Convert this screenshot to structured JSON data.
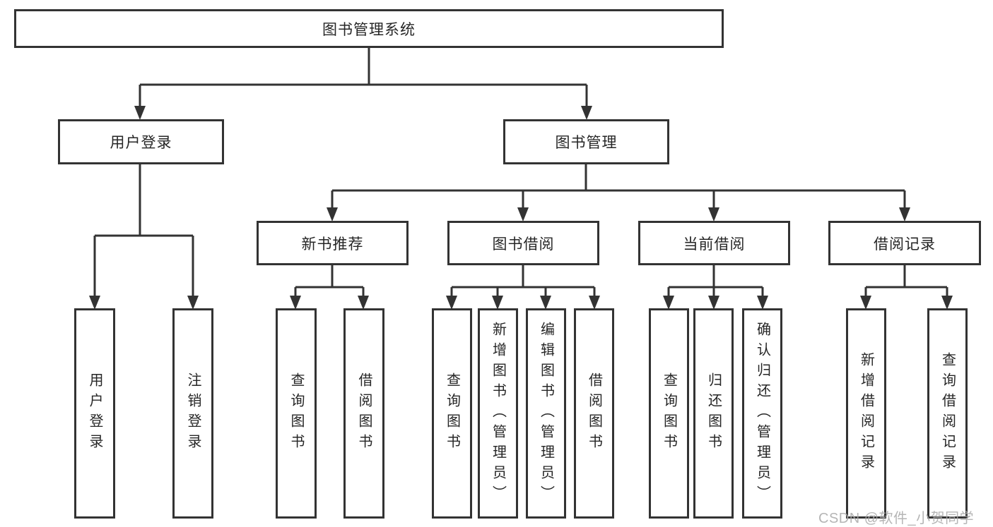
{
  "diagram": {
    "root": "图书管理系统",
    "level2": {
      "user_login": "用户登录",
      "book_management": "图书管理"
    },
    "level3": {
      "new_book": "新书推荐",
      "book_borrow": "图书借阅",
      "current_borrow": "当前借阅",
      "borrow_record": "借阅记录"
    },
    "leaves": {
      "login": "用户登录",
      "logout": "注销登录",
      "nb_query": "查询图书",
      "nb_borrow": "借阅图书",
      "bb_query": "查询图书",
      "bb_add": "新增图书（管理员）",
      "bb_edit": "编辑图书（管理员）",
      "bb_borrow": "借阅图书",
      "cb_query": "查询图书",
      "cb_return": "归还图书",
      "cb_confirm": "确认归还（管理员）",
      "br_add": "新增借阅记录",
      "br_query": "查询借阅记录"
    },
    "watermark": "CSDN @软件_小贺同学",
    "colors": {
      "line": "#333333",
      "text": "#262626",
      "watermark": "#a9a9a9",
      "background": "#ffffff"
    }
  }
}
